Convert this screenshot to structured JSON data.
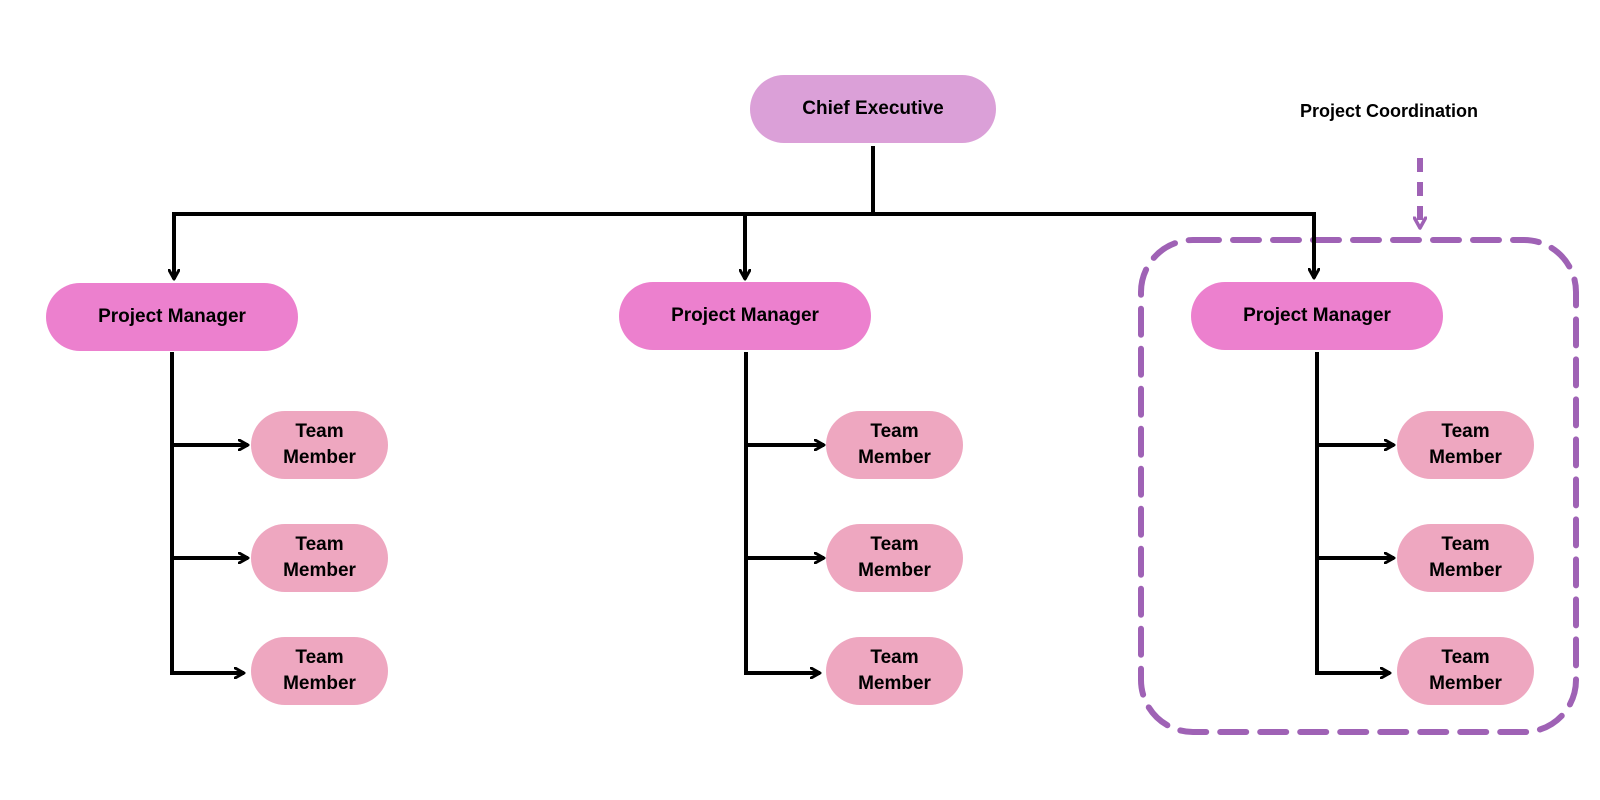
{
  "colors": {
    "ceo_fill": "#dba0d8",
    "manager_fill": "#ec80ce",
    "member_fill": "#eea7c0",
    "connector": "#000000",
    "group_outline": "#9f62b5"
  },
  "ceo": {
    "label": "Chief Executive"
  },
  "managers": [
    {
      "label": "Project Manager",
      "members": [
        {
          "label": "Team\nMember"
        },
        {
          "label": "Team\nMember"
        },
        {
          "label": "Team\nMember"
        }
      ]
    },
    {
      "label": "Project Manager",
      "members": [
        {
          "label": "Team\nMember"
        },
        {
          "label": "Team\nMember"
        },
        {
          "label": "Team\nMember"
        }
      ]
    },
    {
      "label": "Project Manager",
      "members": [
        {
          "label": "Team\nMember"
        },
        {
          "label": "Team\nMember"
        },
        {
          "label": "Team\nMember"
        }
      ]
    }
  ],
  "group": {
    "label": "Project Coordination"
  }
}
